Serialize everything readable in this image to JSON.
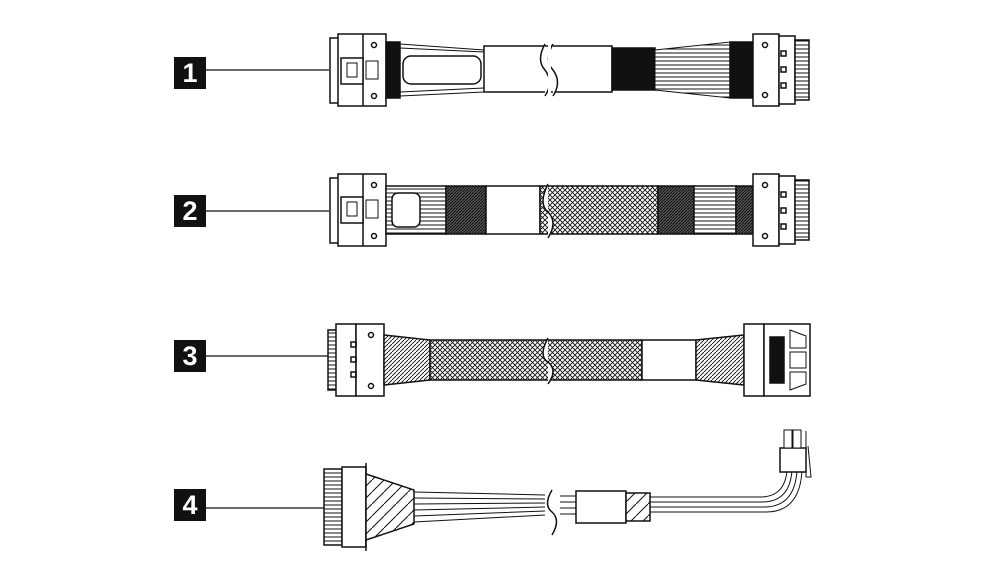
{
  "diagram": {
    "type": "cable-identification-illustration",
    "cables": [
      {
        "id": 1,
        "callout": "1",
        "description": "cable with compact latch connector on left, plain sleeve jacket with break mark, fanned wires, multi-pin connector on right"
      },
      {
        "id": 2,
        "callout": "2",
        "description": "cable with compact latch connector on left, braided/hatched jacket with break mark, striped ribbon, multi-pin connector on right"
      },
      {
        "id": 3,
        "callout": "3",
        "description": "cable with multi-pin connector on left, mesh braided jacket with break mark, hatched end, latched receptacle connector on right"
      },
      {
        "id": 4,
        "callout": "4",
        "description": "power cable with wide multi-pin connector on left, hatched boot, loose wires with break mark, sleeve, bent wires into small 2-pin connector on right"
      }
    ]
  },
  "colors": {
    "ink": "#111111",
    "background": "#ffffff",
    "callout_bg": "#111111",
    "callout_text": "#ffffff"
  }
}
